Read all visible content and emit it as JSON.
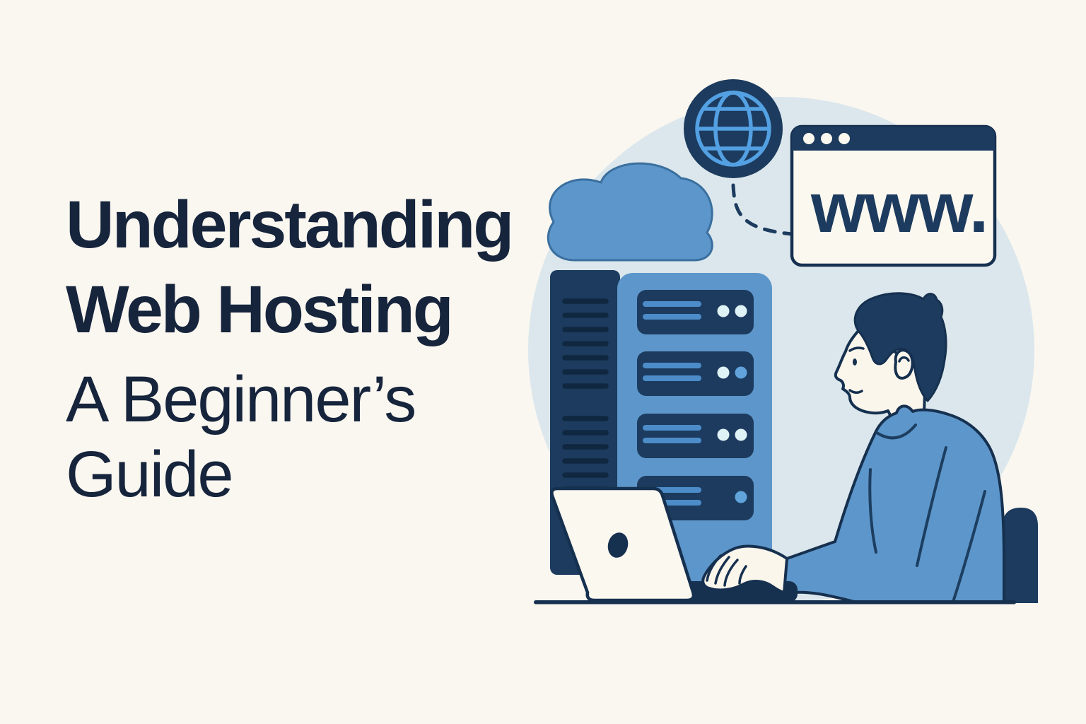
{
  "hero": {
    "title_line1": "Understanding",
    "title_line2": "Web Hosting",
    "subtitle_line1": "A Beginner’s",
    "subtitle_line2": "Guide"
  },
  "illustration": {
    "browser_window": {
      "url_text": "www."
    },
    "icons": {
      "globe": "globe-icon",
      "cloud": "cloud-icon",
      "browser": "browser-window-icon",
      "server_rack": "server-rack",
      "laptop": "laptop",
      "person": "person-typing-at-laptop",
      "chair": "chair-back",
      "desk": "desk-line"
    }
  },
  "palette": {
    "background": "#FAF7F0",
    "heading_text": "#16243C",
    "circle_bg": "#DBE7EC",
    "navy": "#1C3B5E",
    "navy_deep": "#16304F",
    "vent_dark": "#102740",
    "blue_mid": "#5D96CA",
    "blue_bright": "#53A0E2",
    "bar_blue": "#4C8CC9",
    "led_light": "#DFF2F6",
    "led_blue": "#61A3DB",
    "paper_white": "#FBF8F0",
    "skin": "#FBF6EC"
  }
}
